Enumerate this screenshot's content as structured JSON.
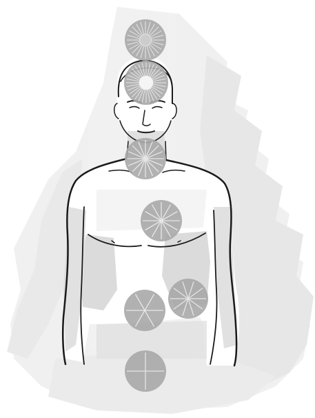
{
  "colors": {
    "background": "#ffffff",
    "brush_wash_light": "#ececec",
    "brush_wash_mid": "#d9d9d9",
    "shading_dark": "#bdbdbd",
    "skin_tone": "#ffffff",
    "outline": "#1a1a1a",
    "chakra_fill": "#a9a9a9",
    "chakra_spokes": "#e6e6e6"
  },
  "figure": {
    "description_icon": "human-figure-icon"
  },
  "chakras": [
    {
      "name": "crown-above",
      "petals": 24
    },
    {
      "name": "crown",
      "petals": 32
    },
    {
      "name": "throat",
      "petals": 16
    },
    {
      "name": "heart",
      "petals": 12
    },
    {
      "name": "solar-plexus",
      "petals": 10
    },
    {
      "name": "sacral",
      "petals": 6
    },
    {
      "name": "root",
      "petals": 4
    }
  ]
}
